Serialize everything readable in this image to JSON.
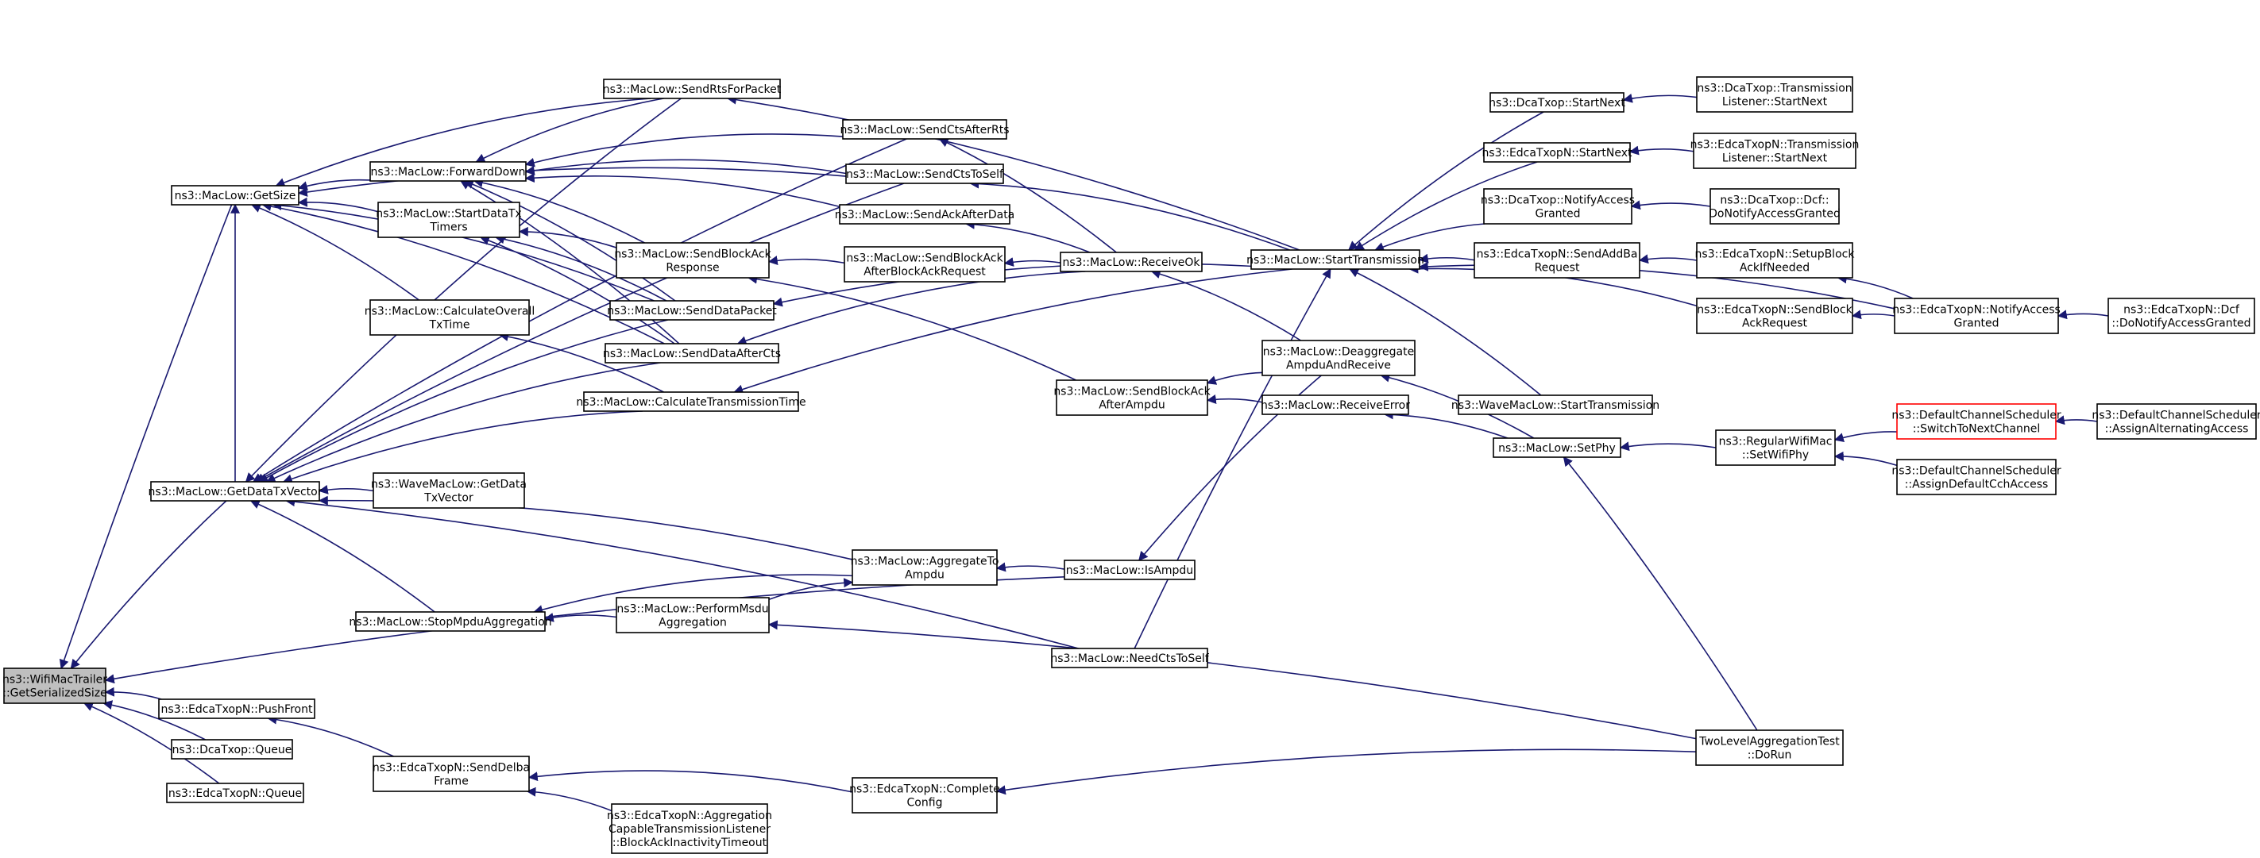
{
  "colors": {
    "edge": "#191970",
    "node_border": "#000000",
    "root_fill": "#bfbfbf",
    "highlight_border": "#ff0000"
  },
  "nodes": {
    "getserializedsize": [
      "ns3::WifiMacTrailer",
      "::GetSerializedSize"
    ],
    "getsize": [
      "ns3::MacLow::GetSize"
    ],
    "getdatatxvector": [
      "ns3::MacLow::GetDataTxVector"
    ],
    "pushfront": [
      "ns3::EdcaTxopN::PushFront"
    ],
    "dcaqueue": [
      "ns3::DcaTxop::Queue"
    ],
    "edcaqueue": [
      "ns3::EdcaTxopN::Queue"
    ],
    "forwarddown": [
      "ns3::MacLow::ForwardDown"
    ],
    "startdatatx": [
      "ns3::MacLow::StartDataTx",
      "Timers"
    ],
    "calcoverall": [
      "ns3::MacLow::CalculateOverall",
      "TxTime"
    ],
    "wavegetdatatx": [
      "ns3::WaveMacLow::GetData",
      "TxVector"
    ],
    "stopmpdu": [
      "ns3::MacLow::StopMpduAggregation"
    ],
    "senddelba": [
      "ns3::EdcaTxopN::SendDelba",
      "Frame"
    ],
    "sendrts": [
      "ns3::MacLow::SendRtsForPacket"
    ],
    "sendblockackresp": [
      "ns3::MacLow::SendBlockAck",
      "Response"
    ],
    "senddatapacket": [
      "ns3::MacLow::SendDataPacket"
    ],
    "senddataaftercts": [
      "ns3::MacLow::SendDataAfterCts"
    ],
    "calctxtime": [
      "ns3::MacLow::CalculateTransmissionTime"
    ],
    "performmsdu": [
      "ns3::MacLow::PerformMsdu",
      "Aggregation"
    ],
    "aggcapable": [
      "ns3::EdcaTxopN::Aggregation",
      "CapableTransmissionListener",
      "::BlockAckInactivityTimeout"
    ],
    "sendctsafterrts": [
      "ns3::MacLow::SendCtsAfterRts"
    ],
    "sendctstoself": [
      "ns3::MacLow::SendCtsToSelf"
    ],
    "sendackafterdata": [
      "ns3::MacLow::SendAckAfterData"
    ],
    "sendblockackafterba": [
      "ns3::MacLow::SendBlockAck",
      "AfterBlockAckRequest"
    ],
    "aggregatetoampdu": [
      "ns3::MacLow::AggregateTo",
      "Ampdu"
    ],
    "completeconfig": [
      "ns3::EdcaTxopN::Complete",
      "Config"
    ],
    "receiveok": [
      "ns3::MacLow::ReceiveOk"
    ],
    "sendblockackafterampdu": [
      "ns3::MacLow::SendBlockAck",
      "AfterAmpdu"
    ],
    "isampdu": [
      "ns3::MacLow::IsAmpdu"
    ],
    "needctstoself": [
      "ns3::MacLow::NeedCtsToSelf"
    ],
    "starttransmission": [
      "ns3::MacLow::StartTransmission"
    ],
    "deaggregate": [
      "ns3::MacLow::Deaggregate",
      "AmpduAndReceive"
    ],
    "receiveerror": [
      "ns3::MacLow::ReceiveError"
    ],
    "dcastartnext": [
      "ns3::DcaTxop::StartNext"
    ],
    "edcastartnext": [
      "ns3::EdcaTxopN::StartNext"
    ],
    "dcanotifyaccess": [
      "ns3::DcaTxop::NotifyAccess",
      "Granted"
    ],
    "edcasendaddba": [
      "ns3::EdcaTxopN::SendAddBa",
      "Request"
    ],
    "wavestarttx": [
      "ns3::WaveMacLow::StartTransmission"
    ],
    "setphy": [
      "ns3::MacLow::SetPhy"
    ],
    "edcasendblockackreq": [
      "ns3::EdcaTxopN::SendBlock",
      "AckRequest"
    ],
    "dcatxlistener": [
      "ns3::DcaTxop::Transmission",
      "Listener::StartNext"
    ],
    "edcatxlistener": [
      "ns3::EdcaTxopN::Transmission",
      "Listener::StartNext"
    ],
    "dcadcf": [
      "ns3::DcaTxop::Dcf::",
      "DoNotifyAccessGranted"
    ],
    "setupblockack": [
      "ns3::EdcaTxopN::SetupBlock",
      "AckIfNeeded"
    ],
    "regularwifimac": [
      "ns3::RegularWifiMac",
      "::SetWifiPhy"
    ],
    "twolevelagg": [
      "TwoLevelAggregationTest",
      "::DoRun"
    ],
    "edcanotifyaccess": [
      "ns3::EdcaTxopN::NotifyAccess",
      "Granted"
    ],
    "edcadcf": [
      "ns3::EdcaTxopN::Dcf",
      "::DoNotifyAccessGranted"
    ],
    "switchtonext": [
      "ns3::DefaultChannelScheduler",
      "::SwitchToNextChannel"
    ],
    "assigndefault": [
      "ns3::DefaultChannelScheduler",
      "::AssignDefaultCchAccess"
    ],
    "assignalternating": [
      "ns3::DefaultChannelScheduler",
      "::AssignAlternatingAccess"
    ]
  }
}
